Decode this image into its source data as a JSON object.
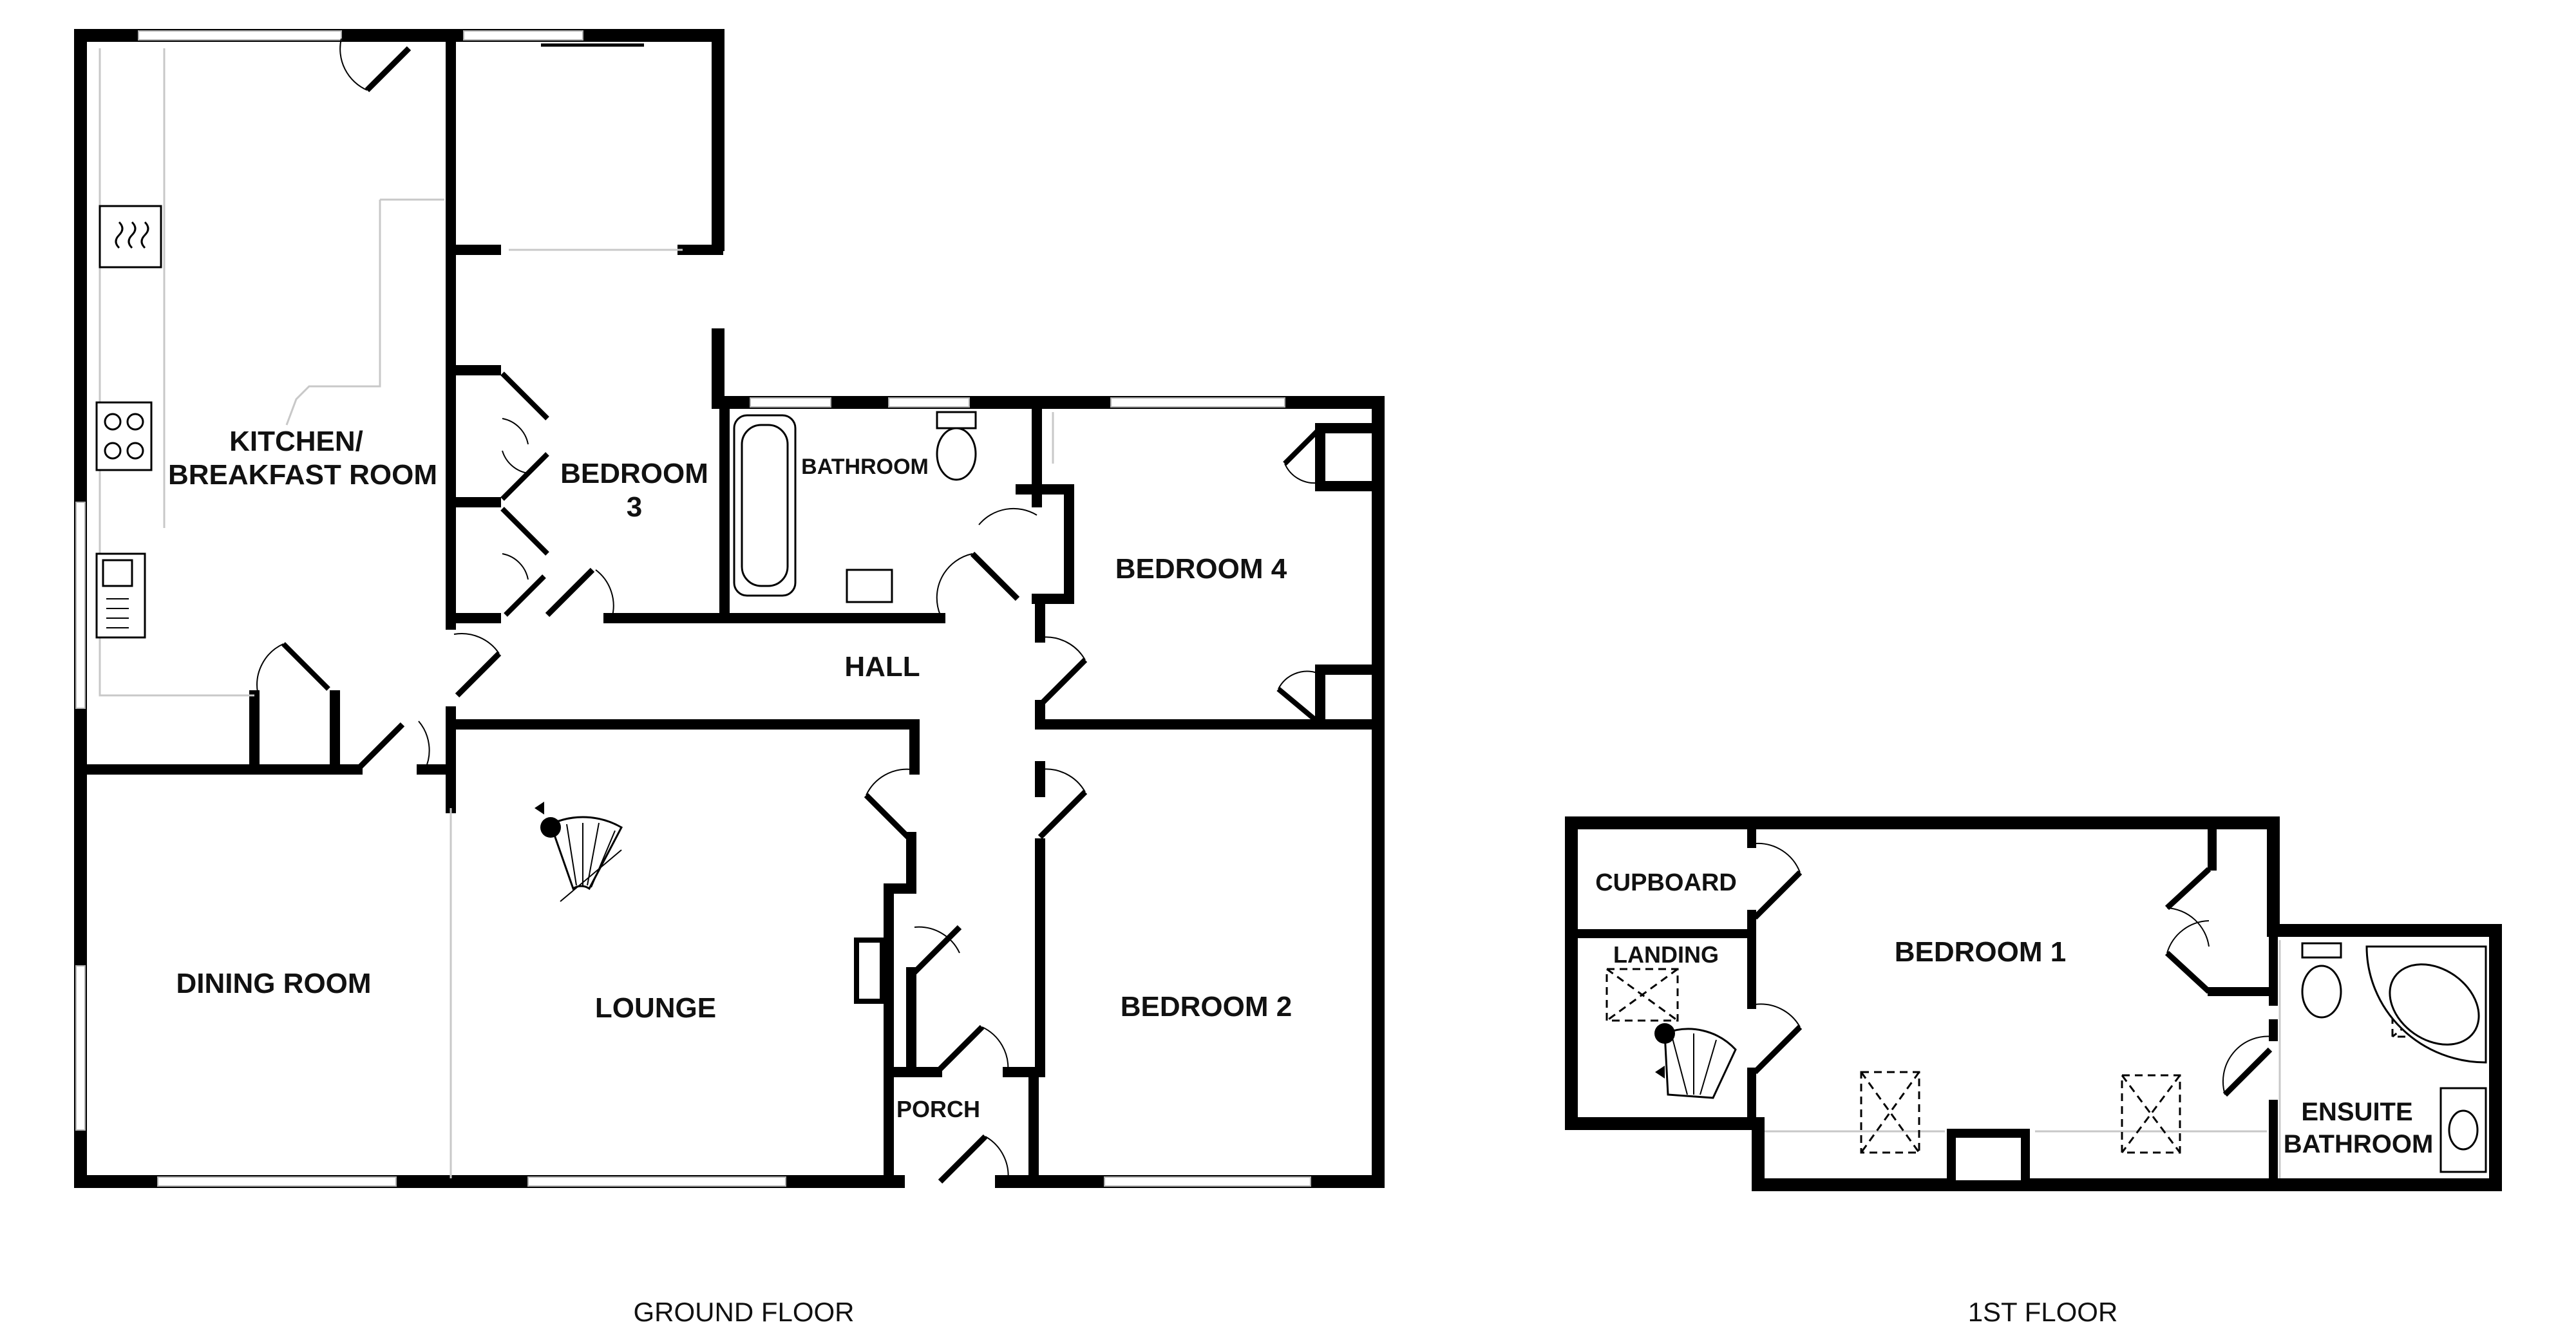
{
  "rooms": {
    "kitchen_line1": "KITCHEN/",
    "kitchen_line2": "BREAKFAST ROOM",
    "bedroom3_line1": "BEDROOM",
    "bedroom3_line2": "3",
    "bathroom": "BATHROOM",
    "bedroom4": "BEDROOM 4",
    "hall": "HALL",
    "dining_room": "DINING ROOM",
    "lounge": "LOUNGE",
    "porch": "PORCH",
    "bedroom2": "BEDROOM 2",
    "cupboard": "CUPBOARD",
    "landing": "LANDING",
    "bedroom1": "BEDROOM 1",
    "ensuite_line1": "ENSUITE",
    "ensuite_line2": "BATHROOM"
  },
  "floors": {
    "ground": "GROUND FLOOR",
    "first": "1ST FLOOR"
  }
}
